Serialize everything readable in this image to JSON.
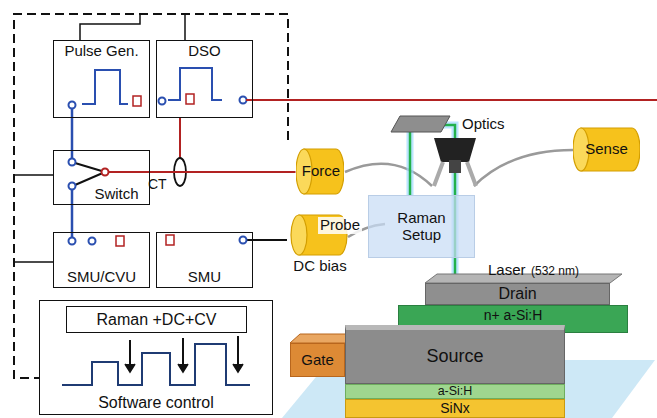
{
  "diagram": {
    "nodes": [
      {
        "text": [
          "Pulse Gen."
        ]
      },
      {
        "text": [
          "DSO"
        ]
      },
      {
        "text": [
          "Switch"
        ]
      },
      {
        "text": [
          "SMU/CVU"
        ]
      },
      {
        "text": [
          "SMU"
        ]
      },
      {
        "text": [
          "Software control"
        ]
      },
      {
        "text": [
          "Raman +DC+CV"
        ],
        "in": 5
      },
      {
        "text": [
          "Force"
        ]
      },
      {
        "text": [
          "Raman Setup"
        ]
      },
      {
        "text": [
          "Sense"
        ]
      },
      {
        "text": [
          "DC bias"
        ]
      },
      {
        "text": [
          "Drain"
        ]
      },
      {
        "text": [
          "n+ a-Si:H"
        ]
      },
      {
        "text": [
          "Source"
        ]
      },
      {
        "text": [
          "Gate"
        ]
      },
      {
        "text": [
          "a-Si:H"
        ]
      },
      {
        "text": [
          "SiNx"
        ]
      }
    ],
    "edges": [
      {
        "from": 0,
        "to": 2,
        "arrow": "none"
      },
      {
        "from": 3,
        "to": 2,
        "arrow": "none"
      },
      {
        "from": 2,
        "to": 7,
        "arrow": "none"
      },
      {
        "from": 4,
        "to": 10,
        "arrow": "none"
      }
    ],
    "labels": [
      "Optics",
      "CT",
      "Probe",
      "Laser",
      "(532 nm)"
    ]
  }
}
